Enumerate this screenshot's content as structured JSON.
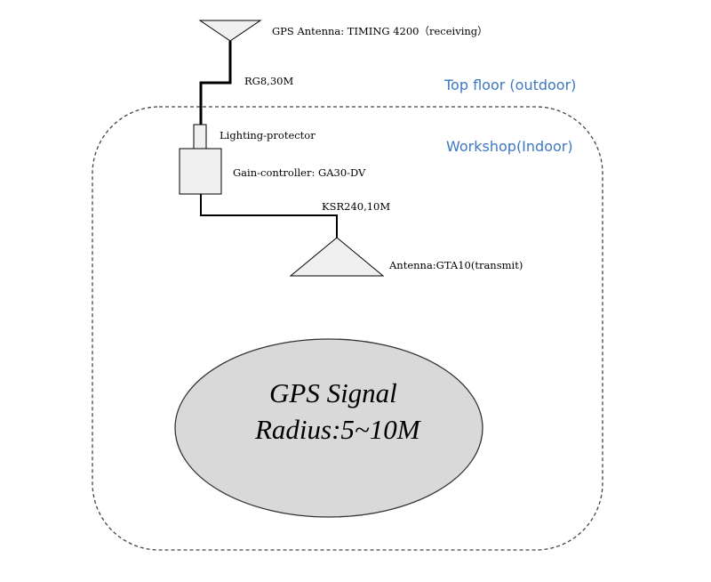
{
  "zones": {
    "outdoor_label": "Top floor (outdoor)",
    "indoor_label": "Workshop(Indoor)"
  },
  "components": {
    "gps_antenna": {
      "label": "GPS Antenna: TIMING 4200（receiving）",
      "icon": "receiving-antenna-icon"
    },
    "cable_outdoor": {
      "label": "RG8,30M"
    },
    "lightning_protector": {
      "label": "Lighting-protector"
    },
    "gain_controller": {
      "label": "Gain-controller: GA30-DV"
    },
    "cable_indoor": {
      "label": "KSR240,10M"
    },
    "transmit_antenna": {
      "label": "Antenna:GTA10(transmit)",
      "icon": "transmit-antenna-icon"
    }
  },
  "signal": {
    "line1": "GPS Signal",
    "line2": "Radius:5~10M"
  },
  "colors": {
    "zone_label": "#3f78c0",
    "component_fill": "#f0f0f0",
    "signal_fill": "#d9d9d9",
    "line": "#000000"
  }
}
